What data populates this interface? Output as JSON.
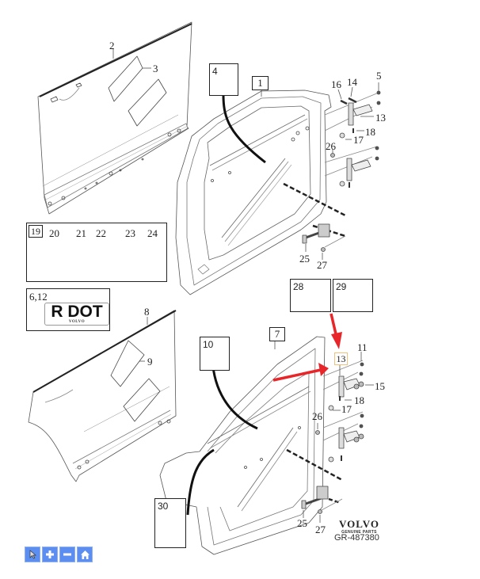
{
  "diagram": {
    "brand": {
      "name": "VOLVO",
      "subtitle": "GENUINE PARTS",
      "reference": "GR-487380"
    },
    "callouts": {
      "c1": "1",
      "c2": "2",
      "c3": "3",
      "c4": "4",
      "c5": "5",
      "c7": "7",
      "c8": "8",
      "c9": "9",
      "c10": "10",
      "c11": "11",
      "c13_top": "13",
      "c13_bottom": "13",
      "c14": "14",
      "c15": "15",
      "c16": "16",
      "c17_top": "17",
      "c17_bottom": "17",
      "c18_top": "18",
      "c18_bottom": "18",
      "c19": "19",
      "c20": "20",
      "c21": "21",
      "c22": "22",
      "c23": "23",
      "c24": "24",
      "c25_top": "25",
      "c25_bottom": "25",
      "c26_top": "26",
      "c26_bottom": "26",
      "c27_top": "27",
      "c27_bottom": "27",
      "c28": "28",
      "c29": "29",
      "c30": "30",
      "c6_12": "6,12"
    },
    "badge": {
      "text": "R DOT",
      "subtext": "VOLVO"
    },
    "highlight_color": "#f2c27a",
    "arrow_color": "#e8262a"
  },
  "toolbar": {
    "buttons": [
      {
        "name": "select",
        "icon": "cursor-icon"
      },
      {
        "name": "zoom-in",
        "icon": "plus-icon"
      },
      {
        "name": "zoom-out",
        "icon": "minus-icon"
      },
      {
        "name": "home",
        "icon": "home-icon"
      }
    ],
    "color": "#5b8ef0"
  }
}
